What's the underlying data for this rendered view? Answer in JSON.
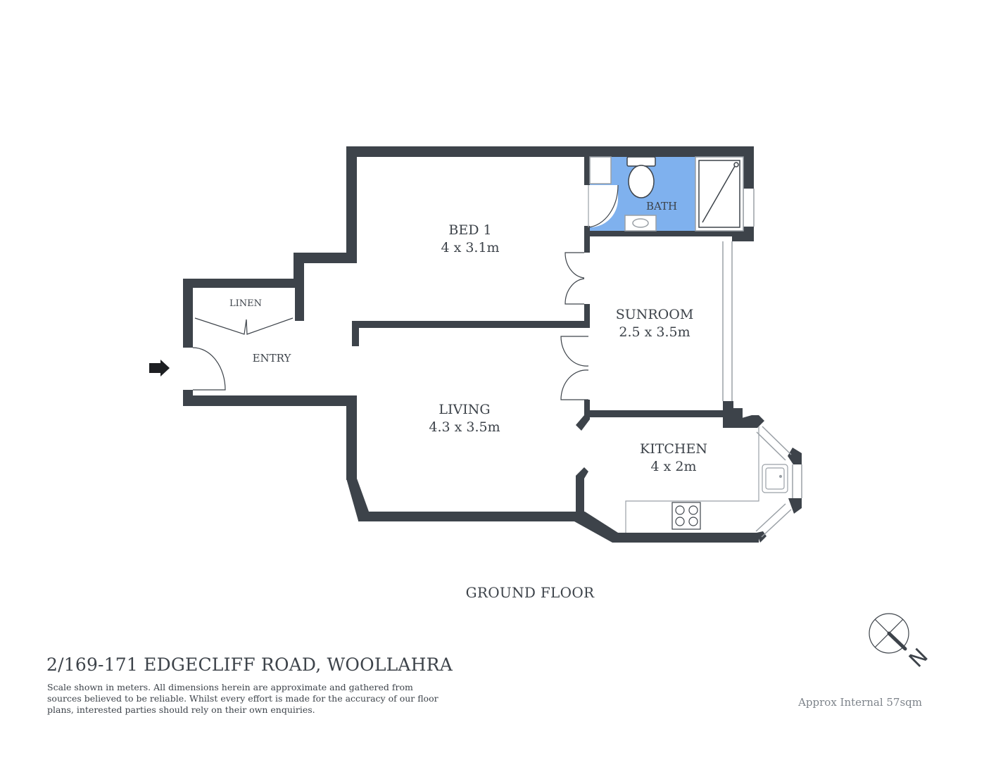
{
  "floor_name": "GROUND FLOOR",
  "address": "2/169-171 EDGECLIFF ROAD, WOOLLAHRA",
  "disclaimer": [
    "Scale shown in meters. All dimensions herein are approximate and gathered from",
    "sources believed to be  reliable. Whilst every effort is made for the accuracy of our floor",
    "plans, interested parties should rely on their own enquiries."
  ],
  "approx_area": "Approx Internal 57sqm",
  "rooms": {
    "bed1": {
      "name": "BED 1",
      "size": "4 x 3.1m"
    },
    "bath": {
      "name": "BATH"
    },
    "sunroom": {
      "name": "SUNROOM",
      "size": "2.5 x 3.5m"
    },
    "living": {
      "name": "LIVING",
      "size": "4.3 x 3.5m"
    },
    "kitchen": {
      "name": "KITCHEN",
      "size": "4 x 2m"
    },
    "linen": {
      "name": "LINEN"
    },
    "entry": {
      "name": "ENTRY"
    }
  },
  "compass_letter": "N",
  "colors": {
    "wall": "#3d434a",
    "bath_fill": "#7fb1ee",
    "fixture_line": "#9aa0a6",
    "text": "#3d434a",
    "muted_text": "#7d838a"
  }
}
